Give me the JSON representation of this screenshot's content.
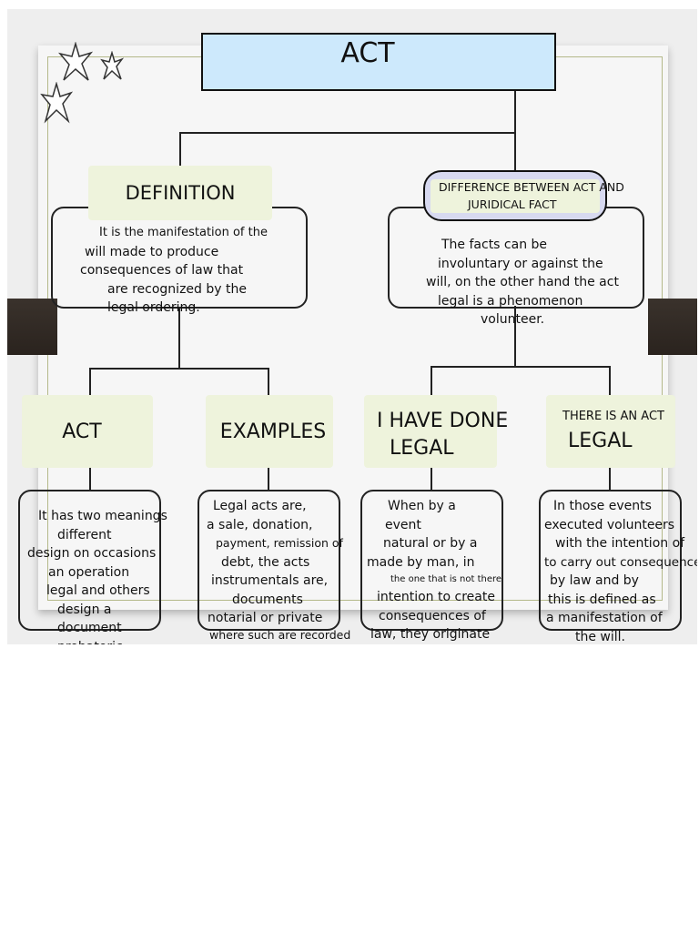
{
  "title": "ACT",
  "definition": {
    "label": "DEFINITION",
    "lines": [
      "It is the manifestation of the",
      "will made to produce",
      "consequences of law that",
      "are recognized by the",
      "legal ordering."
    ]
  },
  "difference": {
    "label_line1": "DIFFERENCE BETWEEN ACT AND",
    "label_line2": "JURIDICAL FACT",
    "lines": [
      "The facts can be",
      "involuntary or against the",
      "will, on the other hand the act",
      "legal is a phenomenon",
      "volunteer."
    ]
  },
  "act": {
    "label": "ACT",
    "lines": [
      "It has two meanings",
      "different",
      "design on occasions",
      "an operation",
      "legal and others",
      "design a",
      "document",
      "probatoric"
    ]
  },
  "examples": {
    "label": "EXAMPLES",
    "lines": [
      "Legal acts are,",
      "a sale, donation,",
      "payment, remission of",
      "debt, the acts",
      "instrumentals are,",
      "documents",
      "notarial or private",
      "where such are recorded"
    ]
  },
  "done_legal": {
    "label_line1": "I HAVE DONE",
    "label_line2": "LEGAL",
    "lines": [
      "When by a",
      "event",
      "natural or by a",
      "made by man, in",
      "the one that is not there",
      "intention to create",
      "consequences of",
      "law, they originate"
    ]
  },
  "act_legal": {
    "label_line1": "THERE IS AN ACT",
    "label_line2": "LEGAL",
    "lines": [
      "In those events",
      "executed volunteers",
      "with the intention of",
      "to carry out consequences",
      "by law and by",
      "this is defined as",
      "a manifestation of",
      "the will."
    ]
  }
}
